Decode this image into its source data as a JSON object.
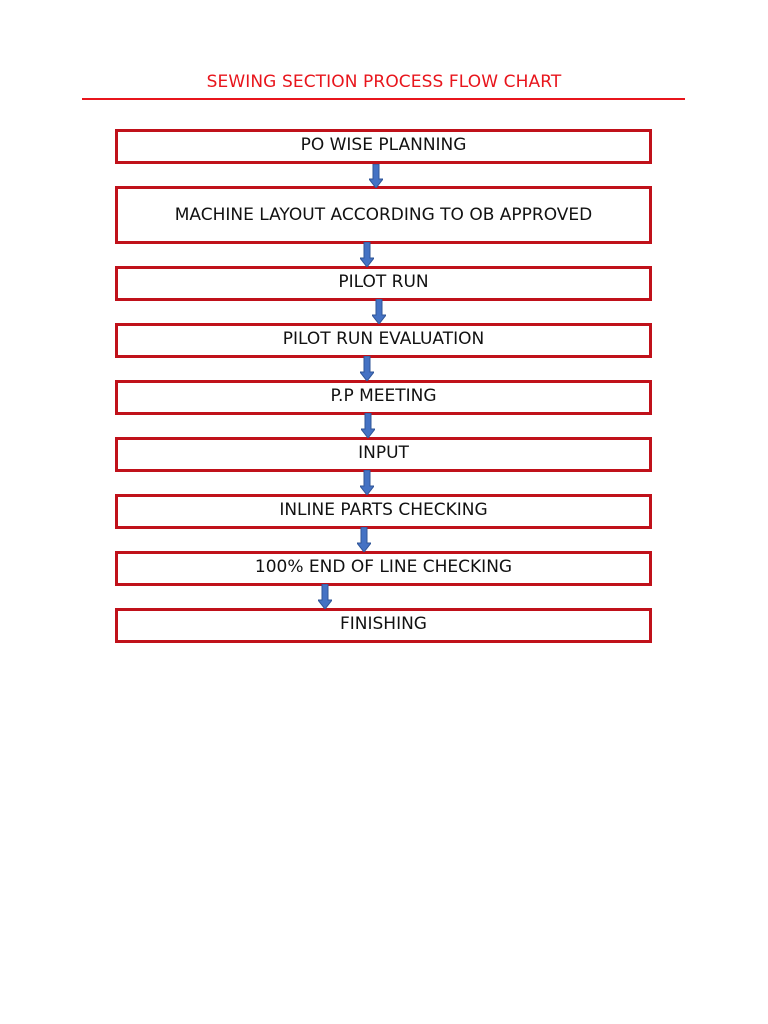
{
  "title": "SEWING SECTION PROCESS FLOW CHART",
  "colors": {
    "title": "#e8151c",
    "box_border": "#c0111a",
    "arrow_fill": "#4472c4",
    "arrow_stroke": "#2f5597"
  },
  "steps": [
    {
      "label": "PO WISE PLANNING"
    },
    {
      "label": "MACHINE LAYOUT ACCORDING TO OB APPROVED"
    },
    {
      "label": "PILOT RUN"
    },
    {
      "label": "PILOT RUN EVALUATION"
    },
    {
      "label": "P.P MEETING"
    },
    {
      "label": "INPUT"
    },
    {
      "label": "INLINE PARTS CHECKING"
    },
    {
      "label": "100% END OF LINE CHECKING"
    },
    {
      "label": "FINISHING"
    }
  ],
  "connectors": [
    {
      "from": "PO WISE PLANNING",
      "to": "MACHINE LAYOUT ACCORDING TO OB APPROVED",
      "icon": "down-arrow"
    },
    {
      "from": "MACHINE LAYOUT ACCORDING TO OB APPROVED",
      "to": "PILOT RUN",
      "icon": "down-arrow"
    },
    {
      "from": "PILOT RUN",
      "to": "PILOT RUN EVALUATION",
      "icon": "down-arrow"
    },
    {
      "from": "PILOT RUN EVALUATION",
      "to": "P.P MEETING",
      "icon": "down-arrow"
    },
    {
      "from": "P.P MEETING",
      "to": "INPUT",
      "icon": "down-arrow"
    },
    {
      "from": "INPUT",
      "to": "INLINE PARTS CHECKING",
      "icon": "down-arrow"
    },
    {
      "from": "INLINE PARTS CHECKING",
      "to": "100% END OF LINE CHECKING",
      "icon": "down-arrow"
    },
    {
      "from": "100% END OF LINE CHECKING",
      "to": "FINISHING",
      "icon": "down-arrow"
    }
  ]
}
